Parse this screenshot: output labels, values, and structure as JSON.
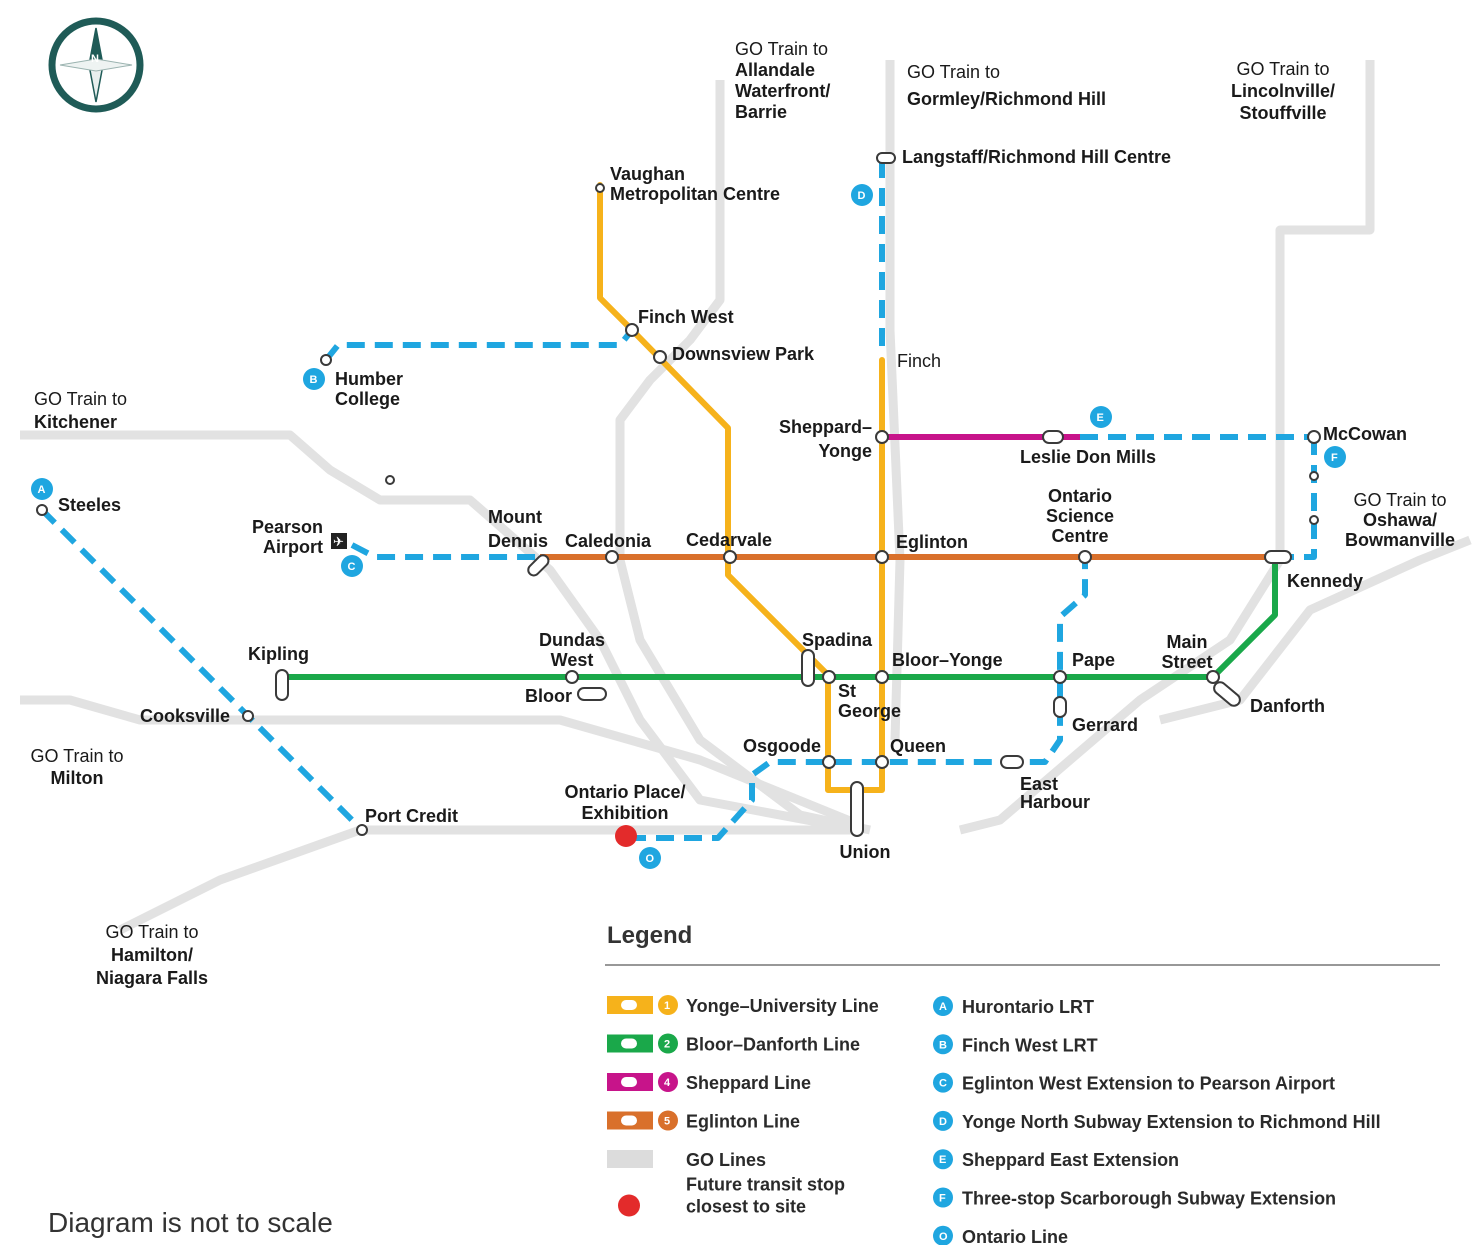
{
  "colors": {
    "yonge_university": "#f6b21b",
    "bloor_danforth": "#1aa84a",
    "sheppard": "#c7148a",
    "eglinton": "#d9702b",
    "lrt": "#1fa6e0",
    "go": "#dcdcdc",
    "future_stop": "#e32b2b",
    "compass": "#1f5b57"
  },
  "icons": {
    "compass": "compass-icon",
    "airport": "airplane-icon"
  },
  "map": {
    "stations": {
      "vaughan": "Vaughan\nMetropolitan Centre",
      "finch_west": "Finch West",
      "downsview_park": "Downsview Park",
      "humber_college": "Humber\nCollege",
      "langstaff": "Langstaff/Richmond Hill Centre",
      "finch": "Finch",
      "sheppard_yonge": "Sheppard–\nYonge",
      "leslie_don_mills": "Leslie Don Mills",
      "mccowan": "McCowan",
      "steeles": "Steeles",
      "pearson_airport": "Pearson\nAirport",
      "mount_dennis": "Mount\nDennis",
      "caledonia": "Caledonia",
      "cedarvale": "Cedarvale",
      "eglinton": "Eglinton",
      "ontario_science_centre": "Ontario\nScience\nCentre",
      "kennedy": "Kennedy",
      "kipling": "Kipling",
      "dundas_west": "Dundas\nWest",
      "bloor": "Bloor",
      "spadina": "Spadina",
      "st_george": "St\nGeorge",
      "bloor_yonge": "Bloor–Yonge",
      "pape": "Pape",
      "main_street": "Main\nStreet",
      "danforth": "Danforth",
      "gerrard": "Gerrard",
      "cooksville": "Cooksville",
      "port_credit": "Port Credit",
      "osgoode": "Osgoode",
      "queen": "Queen",
      "east_harbour": "East\nHarbour",
      "union": "Union",
      "ontario_place": "Ontario Place/\nExhibition"
    },
    "go_destinations": {
      "allandale": "GO Train to\nAllandale\nWaterfront/\nBarrie",
      "gormley": "GO Train to\nGormley/Richmond Hill",
      "lincolnville": "GO Train to\nLincolnville/\nStouffville",
      "kitchener": "GO Train to\nKitchener",
      "oshawa": "GO Train to\nOshawa/\nBowmanville",
      "milton": "GO Train to\nMilton",
      "hamilton": "GO Train to\nHamilton/\nNiagara Falls"
    },
    "line_badges": {
      "hurontario": "A",
      "finch_west": "B",
      "eglinton_west": "C",
      "yonge_north": "D",
      "sheppard_east": "E",
      "scarborough": "F",
      "ontario_line": "O"
    }
  },
  "legend": {
    "title": "Legend",
    "left": [
      {
        "badge": "1",
        "label": "Yonge–University Line",
        "color": "#f6b21b"
      },
      {
        "badge": "2",
        "label": "Bloor–Danforth Line",
        "color": "#1aa84a"
      },
      {
        "badge": "4",
        "label": "Sheppard Line",
        "color": "#c7148a"
      },
      {
        "badge": "5",
        "label": "Eglinton Line",
        "color": "#d9702b"
      },
      {
        "badge": "",
        "label": "GO Lines",
        "color": "#dcdcdc"
      },
      {
        "badge": "",
        "label": "Future transit stop\nclosest to site",
        "color": "#e32b2b"
      }
    ],
    "right": [
      {
        "badge": "A",
        "label": "Hurontario LRT"
      },
      {
        "badge": "B",
        "label": "Finch West LRT"
      },
      {
        "badge": "C",
        "label": "Eglinton West Extension to Pearson Airport"
      },
      {
        "badge": "D",
        "label": "Yonge North Subway Extension to Richmond Hill"
      },
      {
        "badge": "E",
        "label": "Sheppard East Extension"
      },
      {
        "badge": "F",
        "label": "Three-stop Scarborough Subway Extension"
      },
      {
        "badge": "O",
        "label": "Ontario Line"
      }
    ]
  },
  "footer": {
    "note": "Diagram is not to scale"
  }
}
